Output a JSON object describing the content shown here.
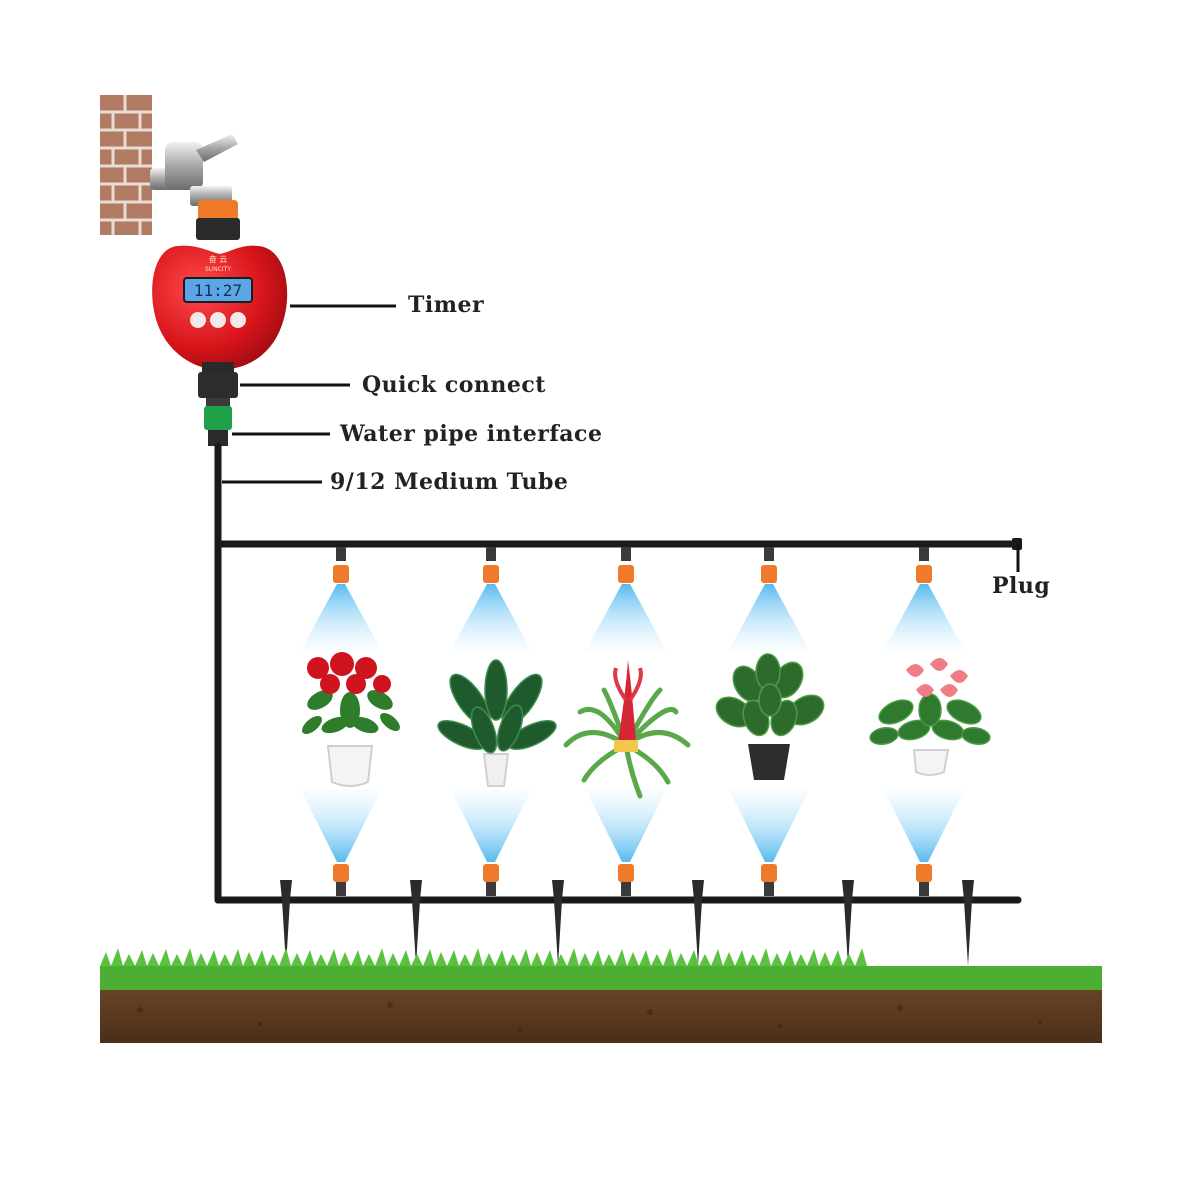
{
  "labels": {
    "timer": "Timer",
    "quick_connect": "Quick connect",
    "water_pipe_interface": "Water pipe interface",
    "medium_tube": "9/12 Medium Tube",
    "plug": "Plug"
  },
  "timer_device": {
    "lcd_reading": "11:27",
    "brand_line_1": "奋 云",
    "brand_line_2": "SUNCITY"
  },
  "colors": {
    "timer_body": "#d7141a",
    "pipe": "#1a1a1a",
    "nozzle": "#ef7a2a",
    "connector_green": "#1fa14a",
    "lcd": "#5aa6e6",
    "grass": "#4caf34",
    "soil": "#5a3a22",
    "mist": "#8fd0f5"
  },
  "plants": [
    {
      "icon": "red-rose-plant-icon"
    },
    {
      "icon": "calathea-plant-icon"
    },
    {
      "icon": "bromeliad-plant-icon"
    },
    {
      "icon": "rubber-plant-icon"
    },
    {
      "icon": "anthurium-plant-icon"
    }
  ]
}
